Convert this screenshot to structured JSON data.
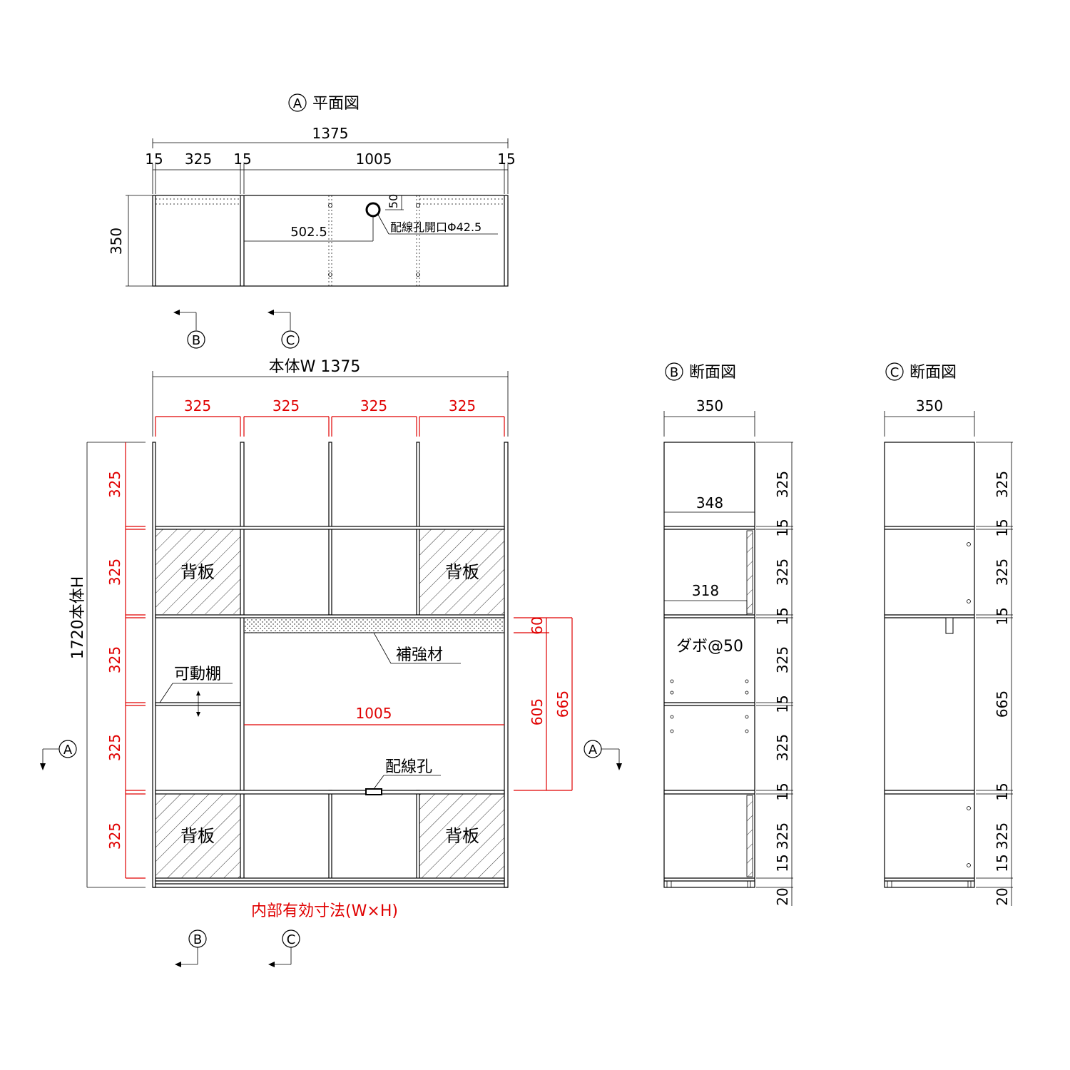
{
  "plan": {
    "title": "平面図",
    "marker": "A",
    "total_width": "1375",
    "dims": [
      "15",
      "325",
      "15",
      "1005",
      "15"
    ],
    "depth": "350",
    "hole_offset": "502.5",
    "hole_top": "50",
    "hole_label": "配線孔開口Φ42.5"
  },
  "front": {
    "width_label": "本体W 1375",
    "height_label": "1720本体H",
    "col_widths": [
      "325",
      "325",
      "325",
      "325"
    ],
    "row_heights": [
      "325",
      "325",
      "325",
      "325",
      "325"
    ],
    "back_panel": "背板",
    "shelf_label": "可動棚",
    "reinforce_label": "補強材",
    "hole_label": "配線孔",
    "opening_width": "1005",
    "opening_dims": [
      "60",
      "605",
      "665"
    ],
    "internal_caption": "内部有効寸法(W×H)"
  },
  "section_b": {
    "marker": "B",
    "title": "断面図",
    "depth": "350",
    "shelf_depth": "348",
    "shelf_depth2": "318",
    "dowel_label": "ダボ@50",
    "side_dims": [
      "325",
      "15",
      "325",
      "15",
      "325",
      "15",
      "325",
      "15",
      "325",
      "15",
      "20"
    ]
  },
  "section_c": {
    "marker": "C",
    "title": "断面図",
    "depth": "350",
    "side_dims": [
      "325",
      "15",
      "325",
      "15",
      "665",
      "15",
      "325",
      "15",
      "20"
    ]
  },
  "markers": {
    "a": "A",
    "b": "B",
    "c": "C"
  },
  "colors": {
    "line": "#000000",
    "dimension_red": "#e00000"
  }
}
